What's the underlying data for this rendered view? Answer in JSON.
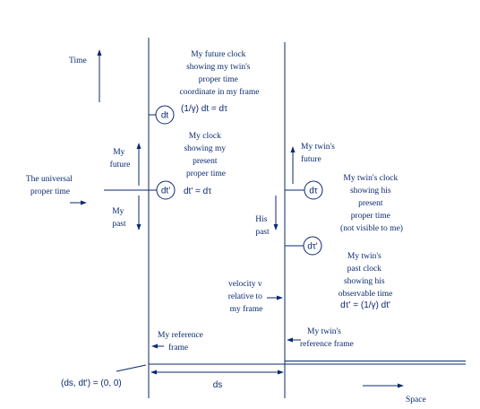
{
  "labels": {
    "time": "Time",
    "space": "Space",
    "my_future_clock": [
      "My future clock",
      "showing my twin's",
      "proper time",
      "coordinate in my frame"
    ],
    "future_formula": "(1/γ) dt = dτ",
    "my_clock": [
      "My clock",
      "showing my",
      "present",
      "proper time"
    ],
    "present_formula": "dt' = dτ",
    "my_future": [
      "My",
      "future"
    ],
    "my_past": [
      "My",
      "past"
    ],
    "universal": [
      "The universal",
      "proper time"
    ],
    "twins_future": [
      "My twin's",
      "future"
    ],
    "his_past": [
      "His",
      "past"
    ],
    "twins_clock": [
      "My twin's clock",
      "showing his",
      "present",
      "proper time",
      "(not visible to me)"
    ],
    "twins_past_clock": [
      "My twin's",
      "past clock",
      "showing his",
      "observable time"
    ],
    "past_formula": "dτ' = (1/γ) dt'",
    "velocity": [
      "velocity v",
      "relative to",
      "my frame"
    ],
    "my_ref": [
      "My reference",
      "frame"
    ],
    "twin_ref": [
      "My twin's",
      "reference frame"
    ],
    "origin": "(ds, dt') = (0, 0)",
    "ds": "ds"
  },
  "clocks": {
    "future": "dt",
    "present": "dt'",
    "twin_present": "dτ",
    "twin_past": "dτ'"
  }
}
